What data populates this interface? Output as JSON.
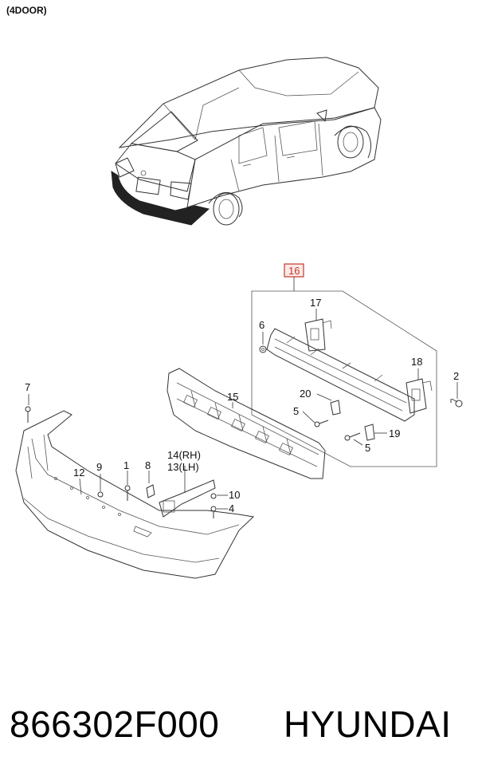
{
  "header": {
    "variant": "(4DOOR)"
  },
  "highlight_color": "#c0392b",
  "callouts": {
    "c1": "1",
    "c2": "2",
    "c4": "4",
    "c5a": "5",
    "c5b": "5",
    "c6": "6",
    "c7": "7",
    "c8": "8",
    "c9": "9",
    "c10": "10",
    "c12": "12",
    "c13": "13(LH)",
    "c14": "14(RH)",
    "c15": "15",
    "c16": "16",
    "c17": "17",
    "c18": "18",
    "c19": "19",
    "c20": "20"
  },
  "footer": {
    "part_number": "866302F000",
    "brand": "HYUNDAI"
  }
}
